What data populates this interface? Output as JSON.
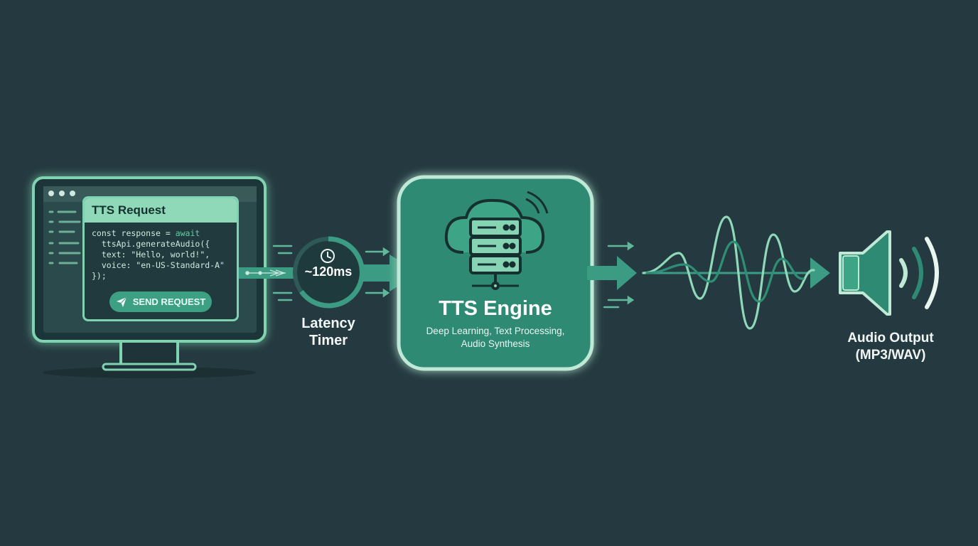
{
  "colors": {
    "background": "#243a40",
    "accent": "#3c9b83",
    "accent_light": "#8fd9b9",
    "engine_fill": "#2e8a73",
    "text": "#f2f6f5"
  },
  "client": {
    "panel_title": "TTS Request",
    "code_lines": [
      "const response = await",
      "  ttsApi.generateAudio({",
      "  text: \"Hello, world!\",",
      "  voice: \"en-US-Standard-A\"",
      "});"
    ],
    "send_button_label": "SEND REQUEST",
    "send_icon": "paper-plane-icon",
    "monitor_icon": "monitor-icon"
  },
  "timer": {
    "value": "~120ms",
    "label_line1": "Latency",
    "label_line2": "Timer",
    "icon": "clock-icon"
  },
  "engine": {
    "title": "TTS Engine",
    "subtitle_line1": "Deep Learning, Text Processing,",
    "subtitle_line2": "Audio Synthesis",
    "icon": "cloud-server-icon"
  },
  "output": {
    "label_line1": "Audio Output",
    "label_line2": "(MP3/WAV)",
    "waveform_icon": "waveform-icon",
    "speaker_icon": "speaker-icon"
  }
}
